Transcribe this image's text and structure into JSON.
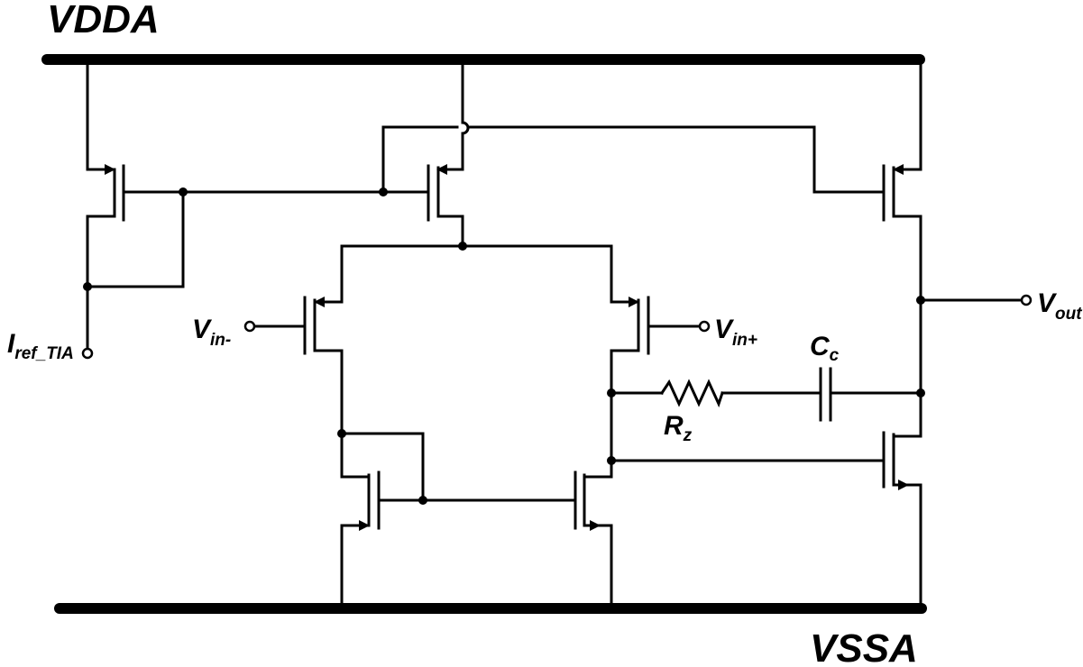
{
  "supply": {
    "top": "VDDA",
    "bottom": "VSSA"
  },
  "labels": {
    "iref_main": "I",
    "iref_sub": "ref_TIA",
    "vin_minus_main": "V",
    "vin_minus_sub": "in-",
    "vin_plus_main": "V",
    "vin_plus_sub": "in+",
    "vout_main": "V",
    "vout_sub": "out",
    "cc_main": "C",
    "cc_sub": "c",
    "rz_main": "R",
    "rz_sub": "z"
  }
}
